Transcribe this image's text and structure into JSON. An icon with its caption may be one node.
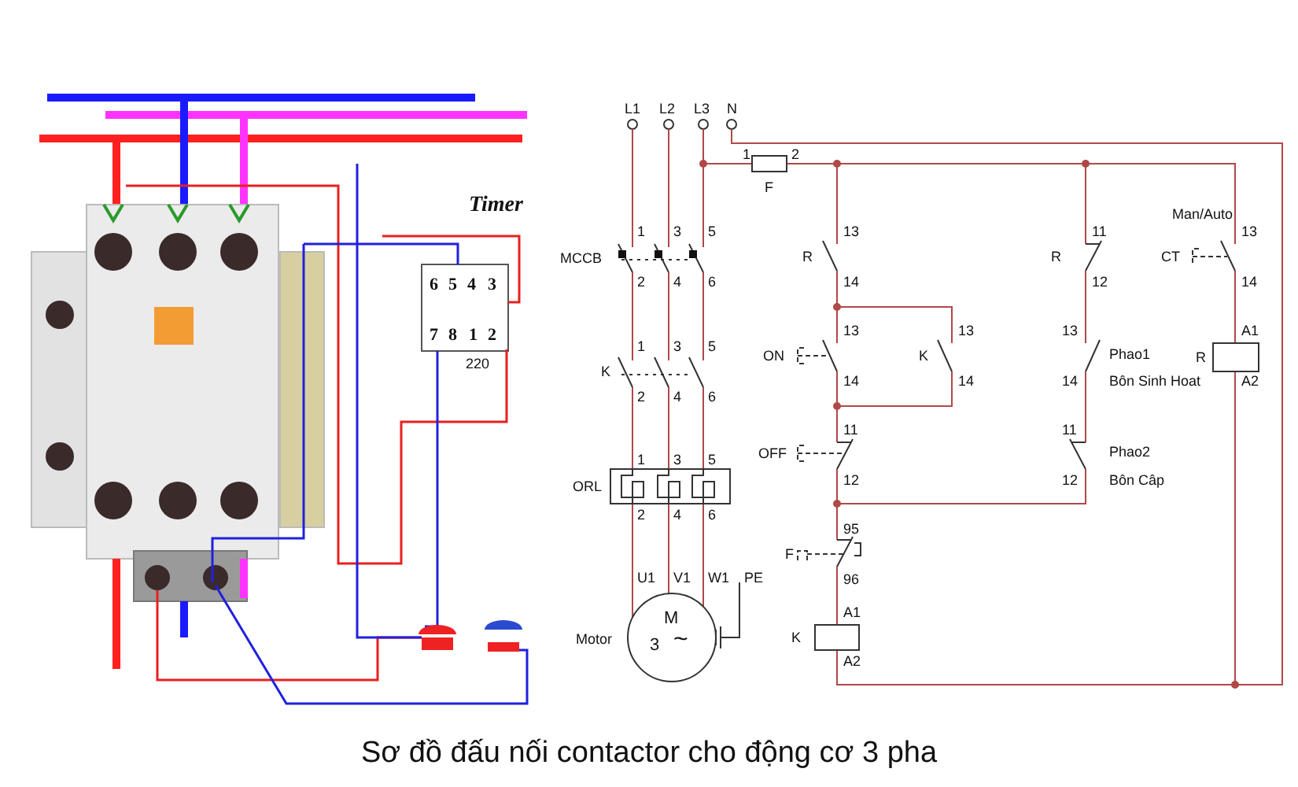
{
  "diagram": {
    "caption": "Sơ đồ đấu nối contactor cho động cơ 3 pha",
    "labels": [
      "Timer",
      "6",
      "5",
      "4",
      "3",
      "7",
      "8",
      "1",
      "2",
      "220",
      "L1",
      "L2",
      "L3",
      "N",
      "1",
      "2",
      "F",
      "MCCB",
      "1",
      "3",
      "5",
      "2",
      "4",
      "6",
      "K",
      "1",
      "3",
      "5",
      "2",
      "4",
      "6",
      "ORL",
      "1",
      "3",
      "5",
      "2",
      "4",
      "6",
      "U1",
      "V1",
      "W1",
      "PE",
      "Motor",
      "M",
      "3",
      "~",
      "R",
      "13",
      "14",
      "13",
      "ON",
      "14",
      "K",
      "13",
      "14",
      "11",
      "OFF",
      "12",
      "95",
      "F",
      "96",
      "A1",
      "K",
      "A2",
      "R",
      "11",
      "12",
      "13",
      "Phao1",
      "14",
      "Bôn Sinh Hoat",
      "11",
      "Phao2",
      "12",
      "Bôn Câp",
      "Man/Auto",
      "CT",
      "13",
      "14",
      "A1",
      "R",
      "A2"
    ]
  }
}
